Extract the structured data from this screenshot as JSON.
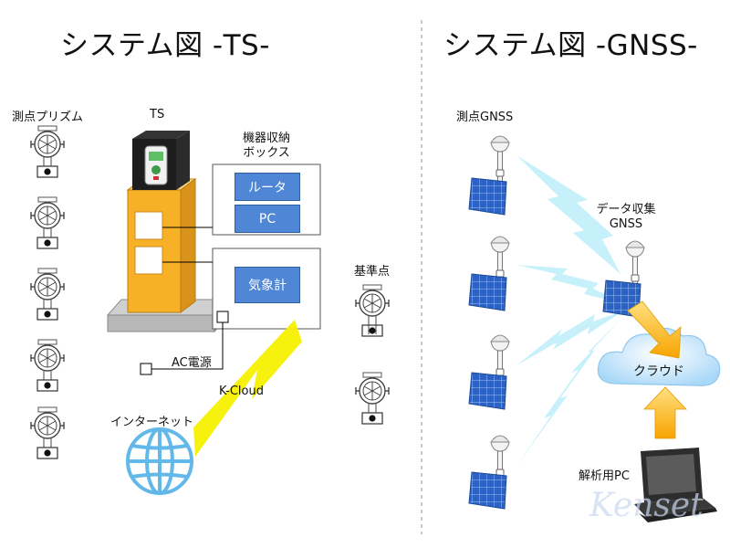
{
  "ts_section": {
    "title": "システム図 -TS-",
    "prism_label": "測点プリズム",
    "ts_label": "TS",
    "box_label": "機器収納\nボックス",
    "router_label": "ルータ",
    "pc_label": "PC",
    "weather_label": "気象計",
    "ac_label": "AC電源",
    "cloud_link_label": "K-Cloud",
    "internet_label": "インターネット",
    "reference_label": "基準点",
    "prism_count": 5,
    "reference_count": 2
  },
  "gnss_section": {
    "title": "システム図 -GNSS-",
    "rover_label": "測点GNSS",
    "base_label": "データ収集\nGNSS",
    "cloud_label": "クラウド",
    "pc_label": "解析用PC",
    "rover_count": 4
  },
  "watermark": "Kenset",
  "colors": {
    "tower": "#f6b126",
    "box_blue": "#4f86d6",
    "lightning": "#f5f000",
    "internet": "#63b8ea",
    "cloud": "#bfe3fb",
    "signal": "#c4f0fa",
    "solar": "#2f66c6",
    "arrow": "#f7a400"
  }
}
